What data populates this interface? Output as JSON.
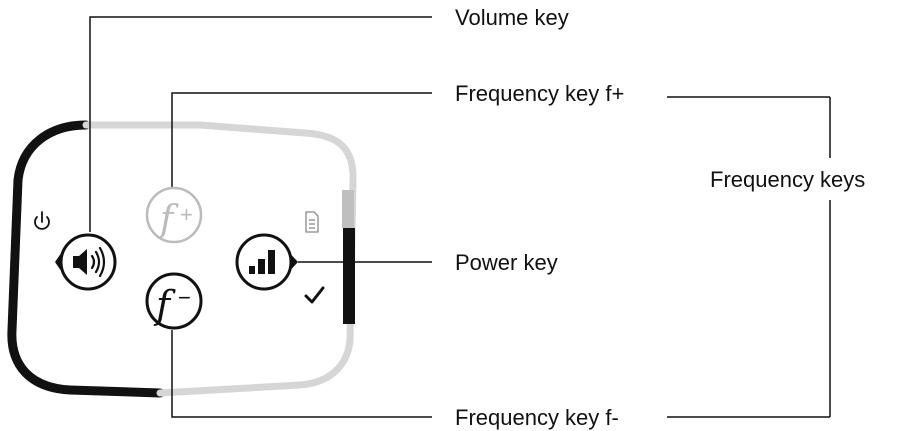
{
  "labels": {
    "volume_key": "Volume key",
    "freq_plus": "Frequency key f+",
    "power_key": "Power key",
    "freq_minus": "Frequency key f-",
    "freq_keys": "Frequency keys"
  },
  "buttons": {
    "f_plus_glyph": "f",
    "f_plus_sign": "+",
    "f_minus_glyph": "f",
    "f_minus_sign": "−"
  },
  "icons": {
    "standby": "power-standby-icon",
    "volume": "speaker-icon",
    "signal": "signal-bars-icon",
    "document": "document-icon",
    "check": "checkmark-icon"
  },
  "colors": {
    "ink": "#111111",
    "faded": "#bbbbbb",
    "frame_light": "#d6d6d6"
  }
}
